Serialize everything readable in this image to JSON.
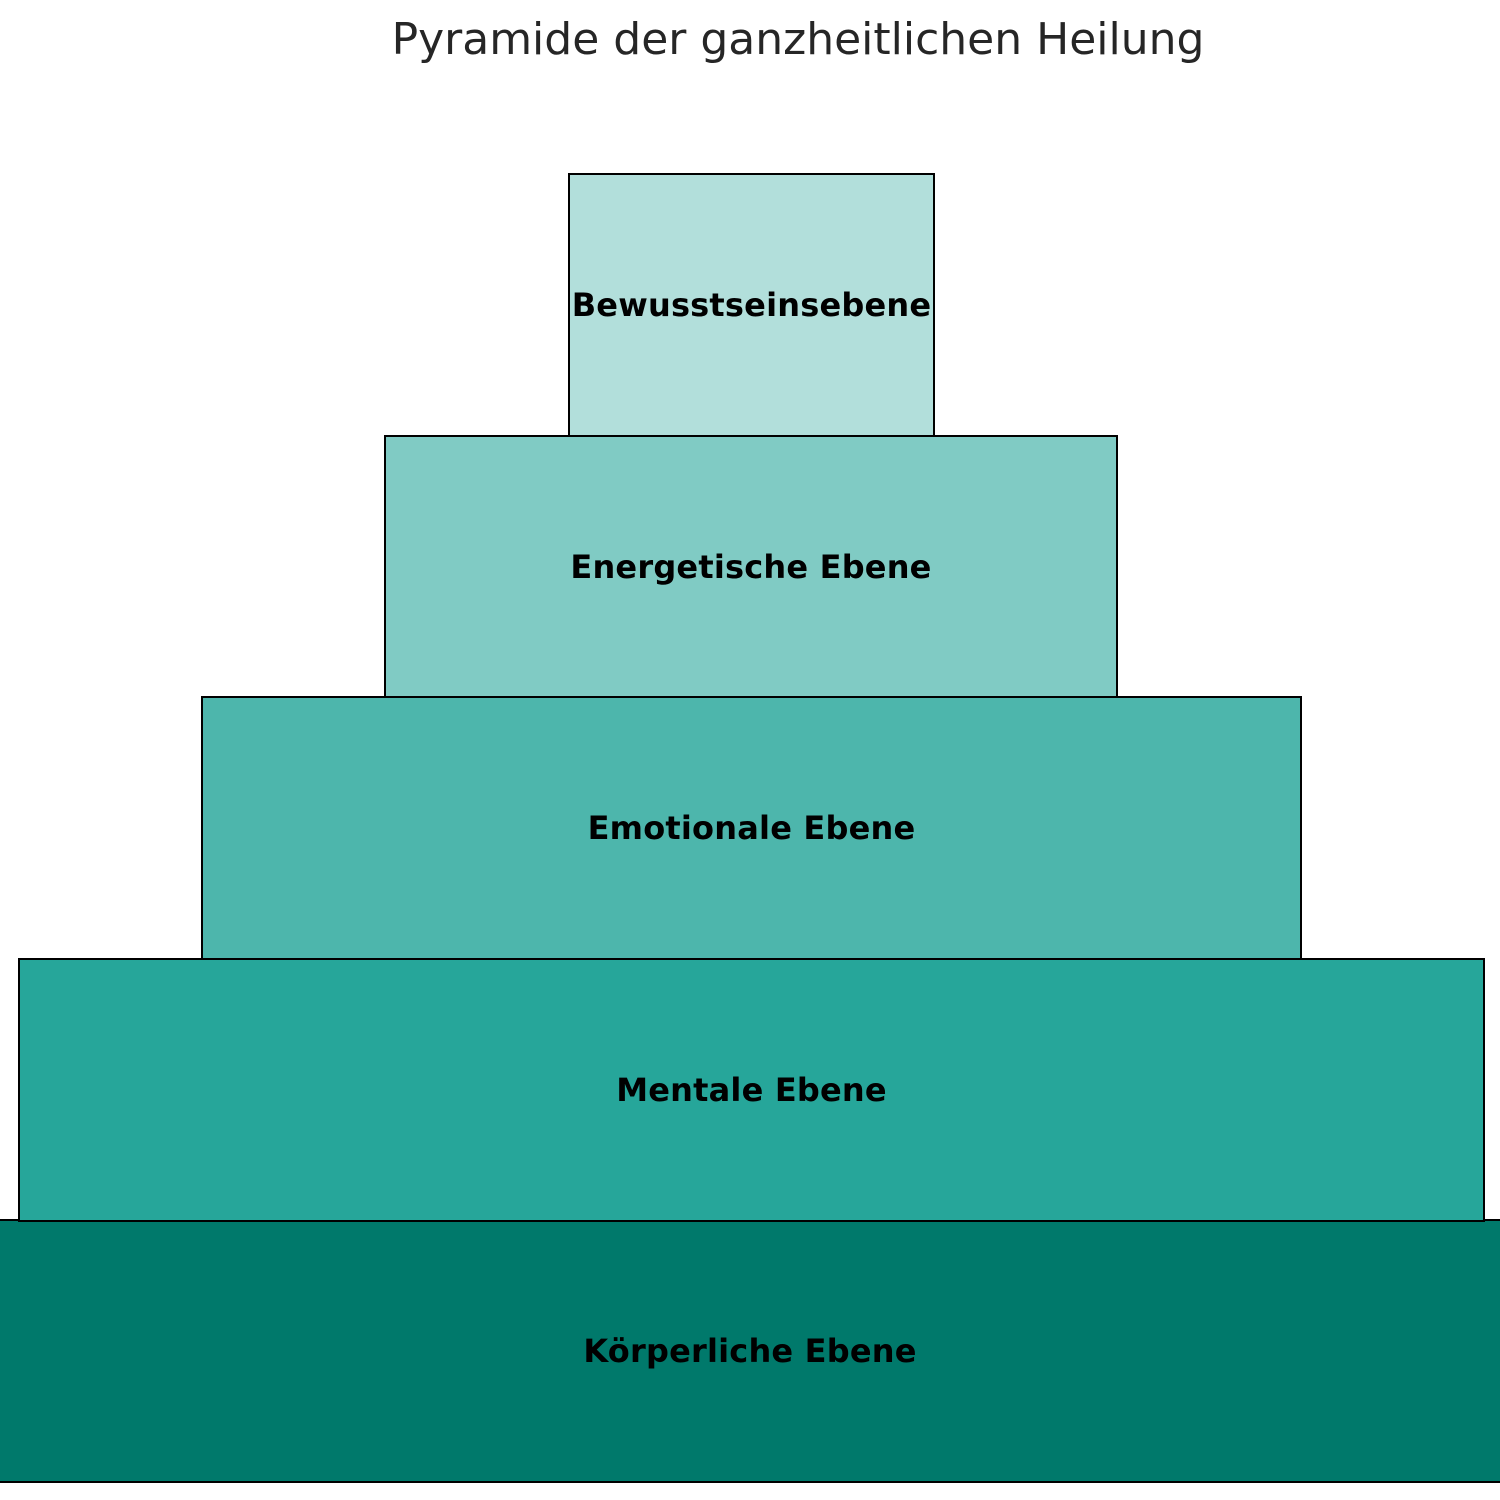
{
  "diagram": {
    "title": "Pyramide der ganzheitlichen Heilung",
    "levels": [
      {
        "label": "Bewusstseinsebene",
        "color": "#B2DFDB"
      },
      {
        "label": "Energetische Ebene",
        "color": "#80CBC4"
      },
      {
        "label": "Emotionale Ebene",
        "color": "#4DB6AC"
      },
      {
        "label": "Mentale Ebene",
        "color": "#26A69A"
      },
      {
        "label": "Körperliche Ebene",
        "color": "#00796B"
      }
    ]
  }
}
